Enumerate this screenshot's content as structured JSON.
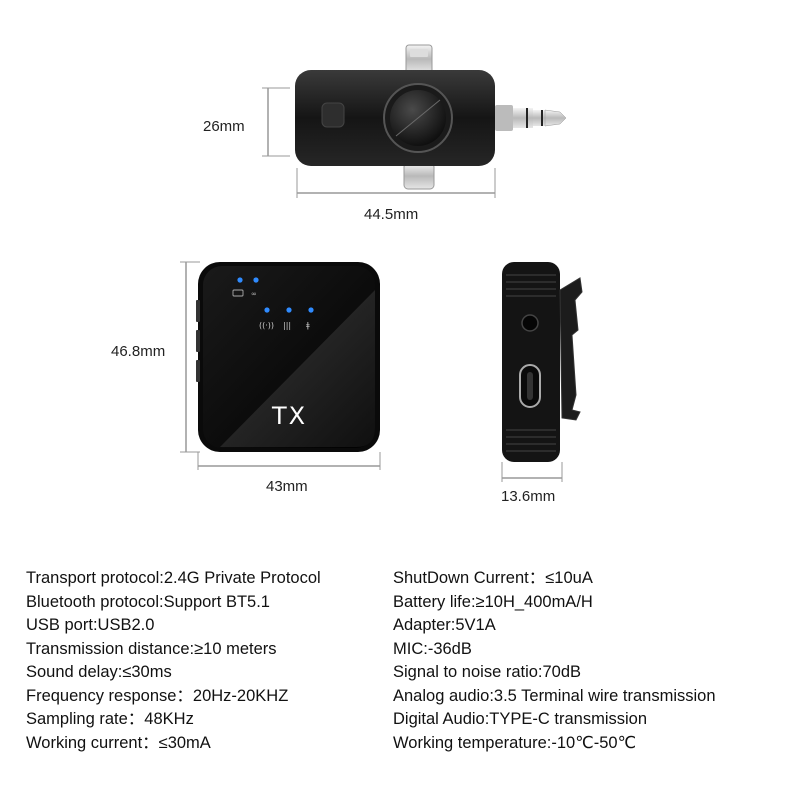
{
  "dimensions": {
    "receiver_height": "26mm",
    "receiver_width": "44.5mm",
    "tx_height": "46.8mm",
    "tx_width": "43mm",
    "tx_thickness": "13.6mm"
  },
  "tx_label": "TX",
  "specs_left": [
    "Transport protocol:2.4G Private Protocol",
    "Bluetooth protocol:Support BT5.1",
    "USB port:USB2.0",
    "Transmission distance:≥10 meters",
    "Sound delay:≤30ms",
    "Frequency response：20Hz-20KHZ",
    "Sampling rate：48KHz",
    "Working current：≤30mA"
  ],
  "specs_right": [
    "ShutDown Current：≤10uA",
    "Battery life:≥10H_400mA/H",
    "Adapter:5V1A",
    "MIC:-36dB",
    "Signal to noise ratio:70dB",
    "Analog audio:3.5 Terminal wire transmission",
    "Digital Audio:TYPE-C transmission",
    "Working temperature:-10℃-50℃"
  ]
}
